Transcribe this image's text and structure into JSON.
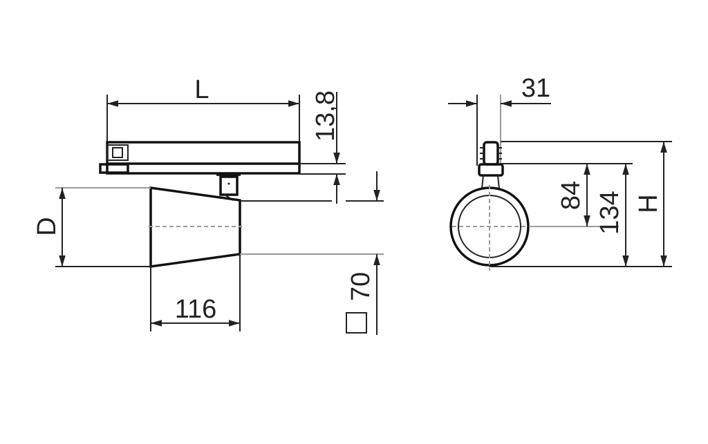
{
  "side_view": {
    "length_label": "L",
    "track_height_label": "13,8",
    "diameter_label": "D",
    "body_length_label": "116",
    "adapter_size_label": "70",
    "square_symbol": "square-icon"
  },
  "front_view": {
    "adapter_width_label": "31",
    "axis_offset_label": "84",
    "body_height_label": "134",
    "total_height_label": "H"
  }
}
